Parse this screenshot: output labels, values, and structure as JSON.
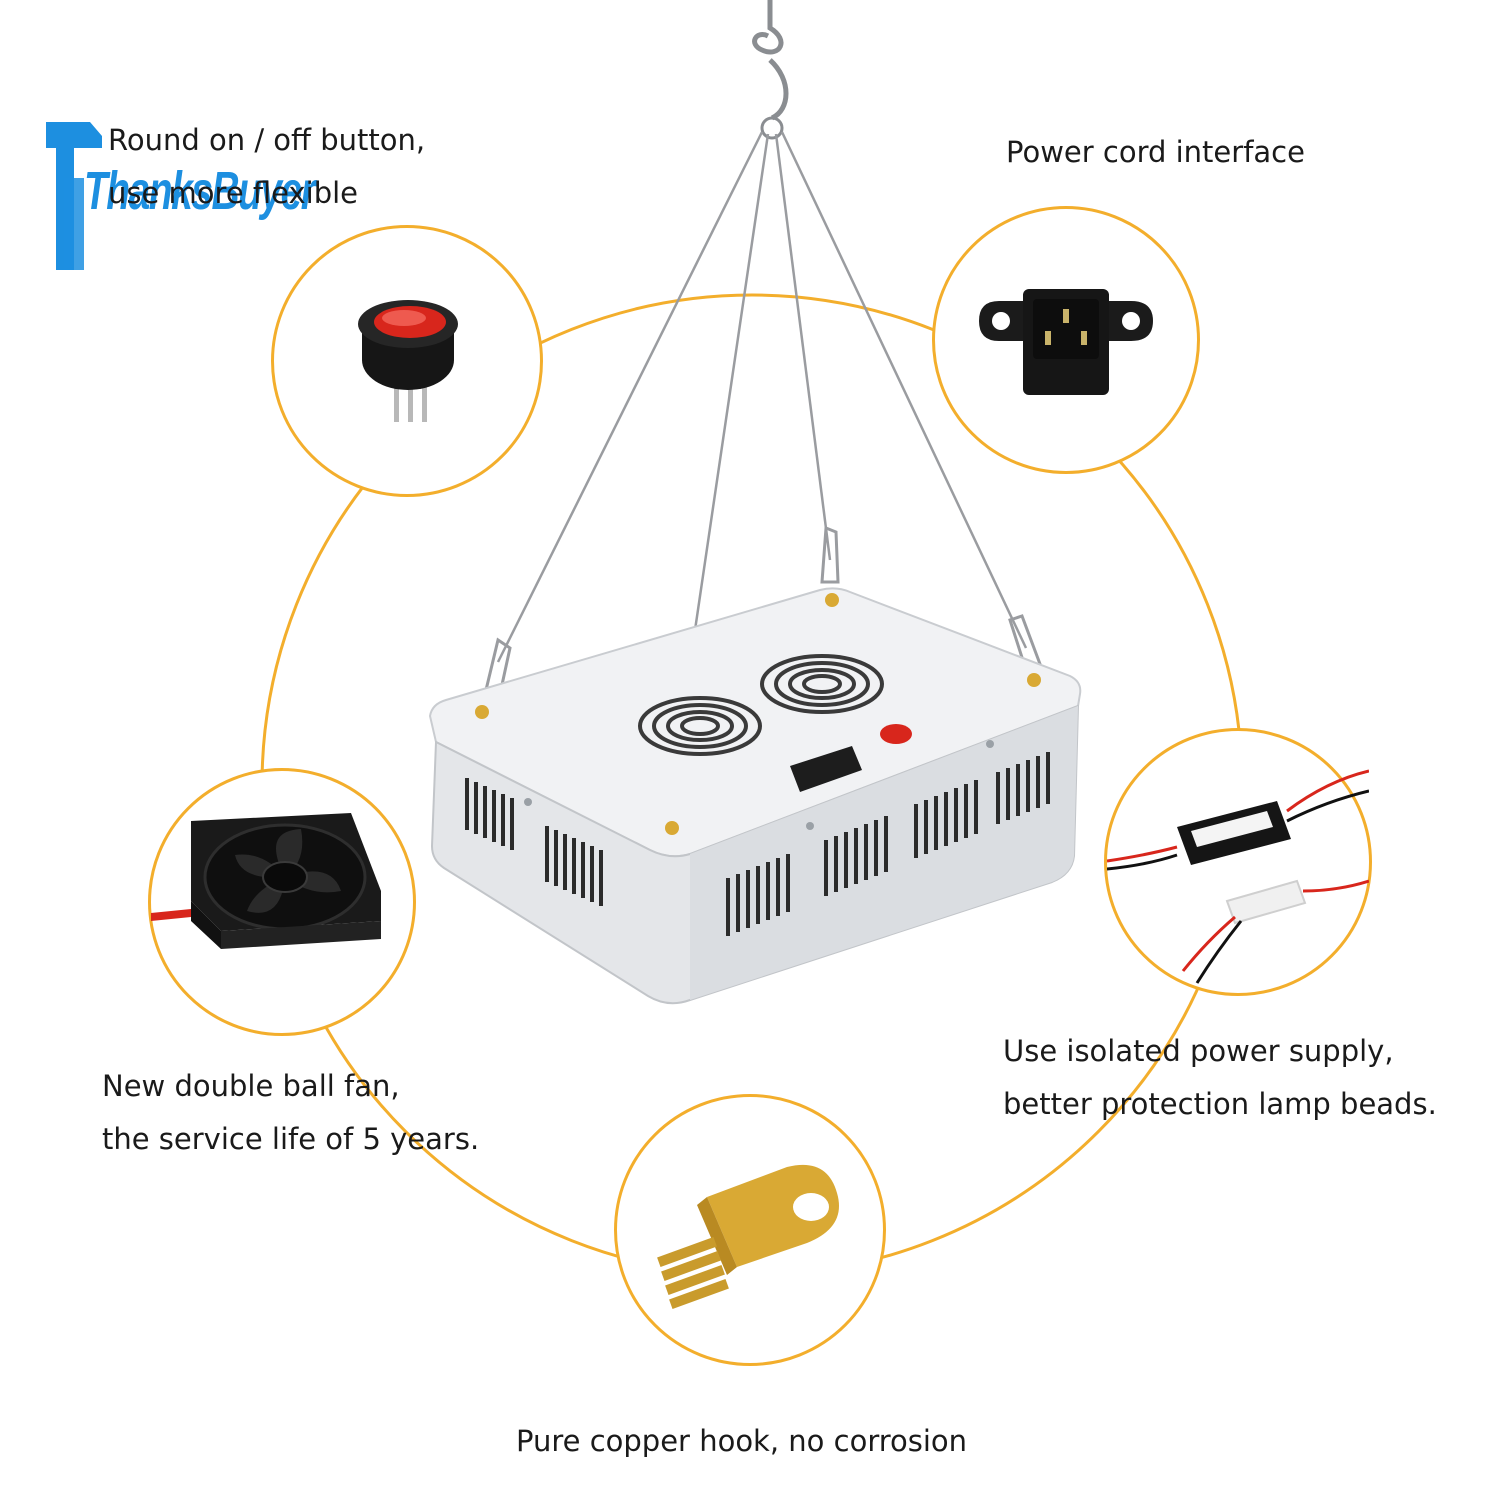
{
  "brand": {
    "logo_text": "ThanksBuyer",
    "logo_icon": "tb-logo-icon"
  },
  "features": {
    "switch": {
      "line1": "Round on / off button,",
      "line2": "use more flexible",
      "icon": "rocker-switch-icon"
    },
    "power_cord": {
      "line1": "Power cord interface",
      "icon": "power-socket-icon"
    },
    "fan": {
      "line1": "New double ball fan,",
      "line2": "the service life of 5 years.",
      "icon": "cooling-fan-icon"
    },
    "power_supply": {
      "line1": "Use isolated power supply,",
      "line2": "better protection lamp beads.",
      "icon": "power-supply-icon"
    },
    "hook": {
      "line1": "Pure copper hook, no corrosion",
      "icon": "copper-hook-icon"
    }
  },
  "colors": {
    "ring": "#f3ae2c",
    "brand_blue": "#1d8fe0",
    "housing": "#eceef0",
    "switch_red": "#d8261c",
    "copper": "#d9a934"
  }
}
